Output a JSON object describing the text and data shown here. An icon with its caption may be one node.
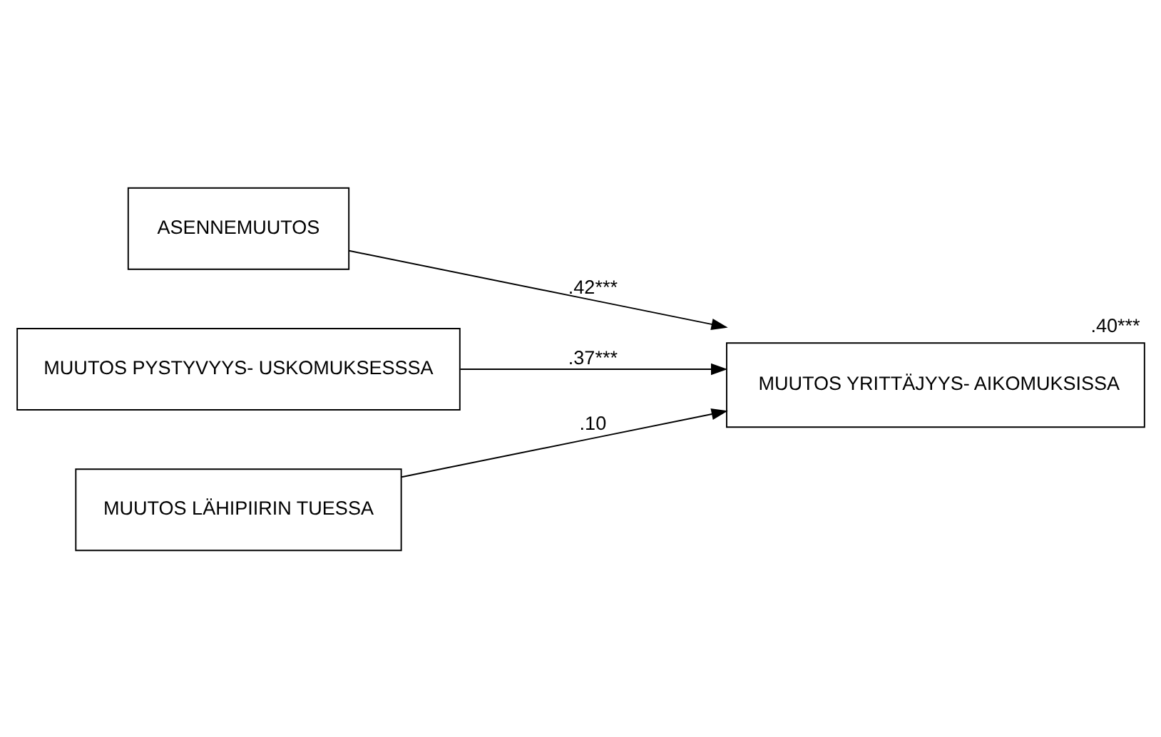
{
  "diagram": {
    "nodes": [
      {
        "text": [
          "ASENNEMUUTOS"
        ]
      },
      {
        "text": [
          "MUUTOS PYSTYVYYS- USKOMUKSESSSA"
        ]
      },
      {
        "text": [
          "MUUTOS LÄHIPIIRIN TUESSA"
        ]
      },
      {
        "text": [
          "MUUTOS YRITTÄJYYS- AIKOMUKSISSA"
        ],
        "beside": [
          ".40***"
        ]
      }
    ],
    "edges": [
      {
        "from": 0,
        "to": 3,
        "arrow": "to",
        "label": ".42***"
      },
      {
        "from": 1,
        "to": 3,
        "arrow": "to",
        "label": ".37***"
      },
      {
        "from": 2,
        "to": 3,
        "arrow": "to",
        "label": ".10"
      }
    ]
  }
}
